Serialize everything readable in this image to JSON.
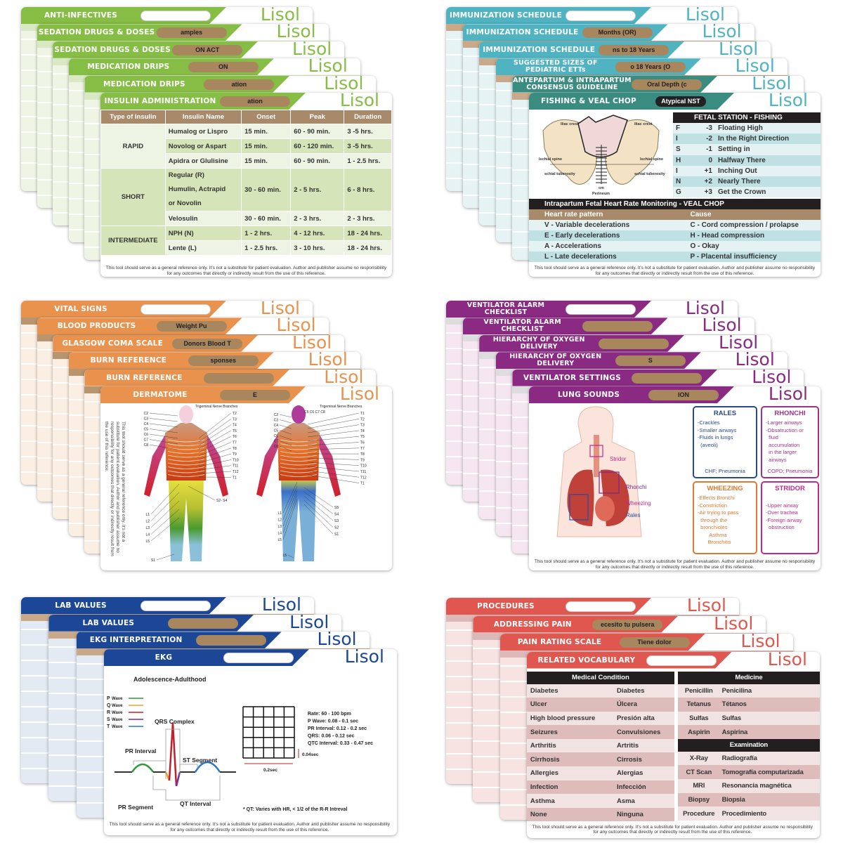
{
  "brand": "Lisol",
  "disclaimer": "This tool should serve as a general reference only. It's not a substitute for patient evaluation. Author and publisher assume no responsibility for any outcomes that directly or indirectly result from the use of this reference.",
  "colors": {
    "green": "#86bd45",
    "teal": "#4fb3c2",
    "dark_teal": "#3b8c80",
    "orange": "#e8924e",
    "purple": "#8a2a82",
    "blue": "#1c4796",
    "red": "#e0574f",
    "table_brown": "#a88a6a"
  },
  "quadrants": [
    {
      "id": "insulin",
      "theme": "green",
      "cards": [
        {
          "title": "ANTI-INFECTIVES",
          "pill": "",
          "pill_style": "white"
        },
        {
          "title": "SEDATION DRUGS & DOSES",
          "pill": "amples",
          "pill_style": "brown"
        },
        {
          "title": "SEDATION DRUGS & DOSES",
          "pill": "ON ACT",
          "pill_style": "brown"
        },
        {
          "title": "MEDICATION DRIPS",
          "pill": "ON",
          "pill_style": "brown"
        },
        {
          "title": "MEDICATION DRIPS",
          "pill": "ation",
          "pill_style": "brown"
        },
        {
          "title": "INSULIN ADMINISTRATION",
          "pill": "ation",
          "pill_style": "brown"
        }
      ]
    },
    {
      "id": "fishing",
      "theme": "teal",
      "cards": [
        {
          "title": "IMMUNIZATION SCHEDULE",
          "pill": "",
          "pill_style": "white"
        },
        {
          "title": "IMMUNIZATION SCHEDULE",
          "pill": "Months (OR)",
          "pill_style": "brown"
        },
        {
          "title": "IMMUNIZATION SCHEDULE",
          "pill": "ns to 18 Years",
          "pill_style": "brown"
        },
        {
          "title": "SUGGESTED SIZES OF PEDIATRIC ETTs",
          "pill": "o 18 Years (O",
          "pill_style": "brown"
        },
        {
          "title": "ANTEPARTUM & INTRAPARTUM CONSENSUS GUIDELINE",
          "pill": "Oral Depth (c",
          "pill_style": "brown",
          "theme": "dark_teal"
        },
        {
          "title": "FISHING & VEAL CHOP",
          "pill": "Atypical NST",
          "pill_style": "dark",
          "theme": "dark_teal"
        }
      ]
    },
    {
      "id": "dermatome",
      "theme": "orange",
      "cards": [
        {
          "title": "VITAL SIGNS",
          "pill": "",
          "pill_style": "white"
        },
        {
          "title": "BLOOD PRODUCTS",
          "pill": "Weight  Pu",
          "pill_style": "brown"
        },
        {
          "title": "GLASGOW COMA SCALE",
          "pill": "Donors Blood T",
          "pill_style": "brown"
        },
        {
          "title": "BURN REFERENCE",
          "pill": "sponses",
          "pill_style": "brown"
        },
        {
          "title": "BURN REFERENCE",
          "pill": "",
          "pill_style": "brown"
        },
        {
          "title": "DERMATOME",
          "pill": "E",
          "pill_style": "brown"
        }
      ]
    },
    {
      "id": "lungs",
      "theme": "purple",
      "cards": [
        {
          "title": "VENTILATOR ALARM CHECKLIST",
          "pill": "",
          "pill_style": "white"
        },
        {
          "title": "VENTILATOR ALARM CHECKLIST",
          "pill": "",
          "pill_style": "brown"
        },
        {
          "title": "HIERARCHY OF OXYGEN DELIVERY",
          "pill": "",
          "pill_style": "brown"
        },
        {
          "title": "HIERARCHY OF OXYGEN DELIVERY",
          "pill": "S",
          "pill_style": "brown"
        },
        {
          "title": "VENTILATOR SETTINGS",
          "pill": "",
          "pill_style": "brown"
        },
        {
          "title": "LUNG SOUNDS",
          "pill": "ION",
          "pill_style": "brown"
        }
      ]
    },
    {
      "id": "ekg",
      "theme": "blue",
      "cards": [
        {
          "title": "LAB VALUES",
          "pill": "",
          "pill_style": "white"
        },
        {
          "title": "LAB VALUES",
          "pill": "",
          "pill_style": "brown"
        },
        {
          "title": "EKG INTERPRETATION",
          "pill": "",
          "pill_style": "brown"
        },
        {
          "title": "EKG",
          "pill": "",
          "pill_style": "white"
        }
      ]
    },
    {
      "id": "vocab",
      "theme": "red",
      "cards": [
        {
          "title": "PROCEDURES",
          "pill": "",
          "pill_style": "white"
        },
        {
          "title": "ADDRESSING PAIN",
          "pill": "ecesito tu pulsera",
          "pill_style": "brown"
        },
        {
          "title": "PAIN RATING SCALE",
          "pill": "Tiene dolor",
          "pill_style": "brown"
        },
        {
          "title": "RELATED VOCABULARY",
          "pill": "",
          "pill_style": "white"
        }
      ]
    }
  ],
  "insulin": {
    "headers": [
      "Type of Insulin",
      "Insulin Name",
      "Onset",
      "Peak",
      "Duration"
    ],
    "groups": [
      {
        "type": "RAPID",
        "rows": [
          [
            "Humalog or Lispro",
            "15 min.",
            "60 - 90 min.",
            "3 -5 hrs."
          ],
          [
            "Novolog or Aspart",
            "15 min.",
            "60 - 120 min.",
            "3 -5 hrs."
          ],
          [
            "Apidra or Glulisine",
            "15 min.",
            "60 - 90 min.",
            "1 - 2.5 hrs."
          ]
        ]
      },
      {
        "type": "SHORT",
        "rows": [
          [
            "Regular (R)\nHumulin, Actrapid\nor Novolin",
            "30 - 60 min.",
            "2 - 5 hrs.",
            "6 - 8 hrs."
          ],
          [
            "Velosulin",
            "30 - 60 min.",
            "2 - 3 hrs.",
            "2 - 3 hrs."
          ]
        ]
      },
      {
        "type": "INTERMEDIATE",
        "rows": [
          [
            "NPH (N)",
            "1 - 2 hrs.",
            "4 - 12 hrs.",
            "18 - 24 hrs."
          ],
          [
            "Lente (L)",
            "1 - 2.5 hrs.",
            "3 - 10 hrs.",
            "18 - 24 hrs."
          ]
        ]
      }
    ]
  },
  "fishing": {
    "pelvis_labels": {
      "iliac_l": "Iliac crest",
      "iliac_r": "Iliac crest",
      "ischial_l": "Ischial spine",
      "ischial_r": "Ischial spine",
      "tub_l": "schial tuberosity",
      "tub_r": "schial tuberosity",
      "cm": "cm",
      "perineum": "Perineum"
    },
    "station_title": "FETAL STATION - FISHING",
    "station": [
      [
        "F",
        "-3",
        "Floating High"
      ],
      [
        "I",
        "-2",
        "In the Right Direction"
      ],
      [
        "S",
        "-1",
        "Setting in"
      ],
      [
        "H",
        "0",
        "Halfway There"
      ],
      [
        "I",
        "+1",
        "Inching Out"
      ],
      [
        "N",
        "+2",
        "Nearly There"
      ],
      [
        "G",
        "+3",
        "Get the Crown"
      ]
    ],
    "veal_title": "Intrapartum Fetal Heart Rate Monitoring - VEAL CHOP",
    "veal_headers": [
      "Heart rate pattern",
      "Cause"
    ],
    "veal": [
      [
        "V - Variable decelerations",
        "C - Cord compression / prolapse"
      ],
      [
        "E - Early decelerations",
        "H - Head compression"
      ],
      [
        "A  - Accelerations",
        "O - Okay"
      ],
      [
        "L - Late decelerations",
        "P - Placental insufficiency"
      ]
    ]
  },
  "dermatome": {
    "trigeminal": "Trigeminal Nerve Branches",
    "front_left": [
      "C2",
      "C3",
      "C4",
      "C5",
      "C6",
      "C7",
      "C8"
    ],
    "front_right": [
      "T2",
      "T3",
      "T4",
      "T5",
      "T6",
      "T7",
      "T8",
      "T9",
      "T10",
      "T11",
      "T12",
      "T1"
    ],
    "front_lumbar": [
      "L1",
      "L2",
      "L3",
      "L4",
      "L5"
    ],
    "front_s1": "S1",
    "front_s2s4": "S2- S4",
    "back_top": "C5 C6 C7 C8",
    "back_left": [
      "C2",
      "C3",
      "C4",
      "C5",
      "C6",
      "C7",
      "C8"
    ],
    "back_right": [
      "T1",
      "T2",
      "T3",
      "T4",
      "T5",
      "T6",
      "T7",
      "T8",
      "T9",
      "T10",
      "T11",
      "T12",
      "T1"
    ],
    "back_lumbar": [
      "L1",
      "L2",
      "L3",
      "L4",
      "L5"
    ],
    "back_sacral": [
      "S5",
      "S4",
      "S3",
      "S2",
      "S1"
    ],
    "back_l5": "L5"
  },
  "lungs": {
    "labels": {
      "stridor": "Stridor",
      "rhonchi": "Rhonchi",
      "wheezing": "Wheezing",
      "rales": "Rales"
    },
    "boxes": [
      {
        "title": "RALES",
        "lines": [
          "-Crackles",
          "-Smaller airways",
          "-Fluids in lungs",
          "  (aveoli)"
        ],
        "footer": "CHF; Pneumonia",
        "color": "#2a4a8a"
      },
      {
        "title": "RHONCHI",
        "lines": [
          "-Larger airways",
          "-Obsatruction or",
          "  fluid",
          "  accumulation",
          "  in the larger",
          "  airways"
        ],
        "footer": "COPD; Pneumonia",
        "color": "#a0308a"
      },
      {
        "title": "WHEEZING",
        "lines": [
          "-Effects Bronchi",
          "-Constriction",
          "-Air trying to pass",
          "  through the",
          "  bronchioles",
          "        Asthma",
          "       Bronchitis"
        ],
        "footer": "",
        "color": "#e07a30"
      },
      {
        "title": "STRIDOR",
        "lines": [
          "",
          "-Upper airway",
          "-Over trachea",
          "-Foreign airway",
          "  obstruction"
        ],
        "footer": "",
        "color": "#c02a8a"
      }
    ]
  },
  "ekg": {
    "subtitle": "Adolescence-Adulthood",
    "legend": [
      {
        "letter": "P",
        "word": "Wave",
        "color": "#2e9a3a"
      },
      {
        "letter": "Q",
        "word": "Wave",
        "color": "#f0a020"
      },
      {
        "letter": "R",
        "word": "Wave",
        "color": "#c0202a"
      },
      {
        "letter": "S",
        "word": "Wave",
        "color": "#7a2aa0"
      },
      {
        "letter": "T",
        "word": "Wave",
        "color": "#2a7ac0"
      }
    ],
    "labels": {
      "qrs": "QRS Complex",
      "pr_interval": "PR Interval",
      "st_segment": "ST Segment",
      "pr_segment": "PR Segment",
      "qt_interval": "QT Interval",
      "box_v": "0.04sec",
      "box_h": "0.2sec"
    },
    "values": [
      "Rate: 60 - 100 bpm",
      "P Wave: 0.08 - 0.1 sec",
      "PR Interval: 0.12 - 0.2 sec",
      "QRS: 0.06 - 0.12 sec",
      "QTC Interval: 0.33 - 0.47 sec"
    ],
    "note": "* QT: Varies with HR, < 1/2 of the R-R Intreval"
  },
  "vocab": {
    "left_title": "Medical Condition",
    "left": [
      [
        "Diabetes",
        "Diabetes"
      ],
      [
        "Ulcer",
        "Úlcera"
      ],
      [
        "High blood pressure",
        "Presión alta"
      ],
      [
        "Seizures",
        "Convulsiones"
      ],
      [
        "Arthritis",
        "Artritis"
      ],
      [
        "Cirrhosis",
        "Cirrosis"
      ],
      [
        "Allergies",
        "Alergias"
      ],
      [
        "Infection",
        "Infección"
      ],
      [
        "Asthma",
        "Asma"
      ],
      [
        "None",
        "Ninguna"
      ]
    ],
    "medicine_title": "Medicine",
    "medicine": [
      [
        "Penicillin",
        "Penicilina"
      ],
      [
        "Tetanus",
        "Tétanos"
      ],
      [
        "Sulfas",
        "Sulfas"
      ],
      [
        "Aspirin",
        "Aspirina"
      ]
    ],
    "exam_title": "Examination",
    "exam": [
      [
        "X-Ray",
        "Radiografía"
      ],
      [
        "CT Scan",
        "Tomografía computarizada"
      ],
      [
        "MRI",
        "Resonancia magnética"
      ],
      [
        "Biopsy",
        "Biopsia"
      ],
      [
        "Procedure",
        "Procedimiento"
      ]
    ]
  }
}
